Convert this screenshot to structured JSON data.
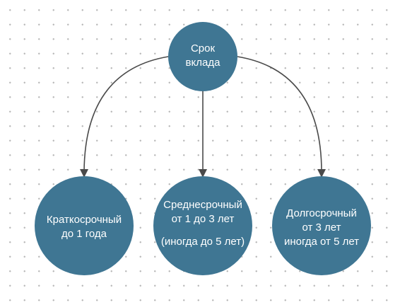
{
  "diagram": {
    "root": {
      "lines": [
        "Срок",
        "вклада"
      ]
    },
    "children": [
      {
        "lines": [
          "Краткосрочный",
          "до 1 года"
        ]
      },
      {
        "lines": [
          "Среднесрочный",
          "от 1 до 3 лет",
          "",
          "(иногда до 5 лет)"
        ]
      },
      {
        "lines": [
          "Долгосрочный",
          "от 3 лет",
          "иногда от 5 лет"
        ]
      }
    ]
  },
  "colors": {
    "node_fill": "#3f7693",
    "edge": "#4a4a4a",
    "text": "#ffffff"
  }
}
